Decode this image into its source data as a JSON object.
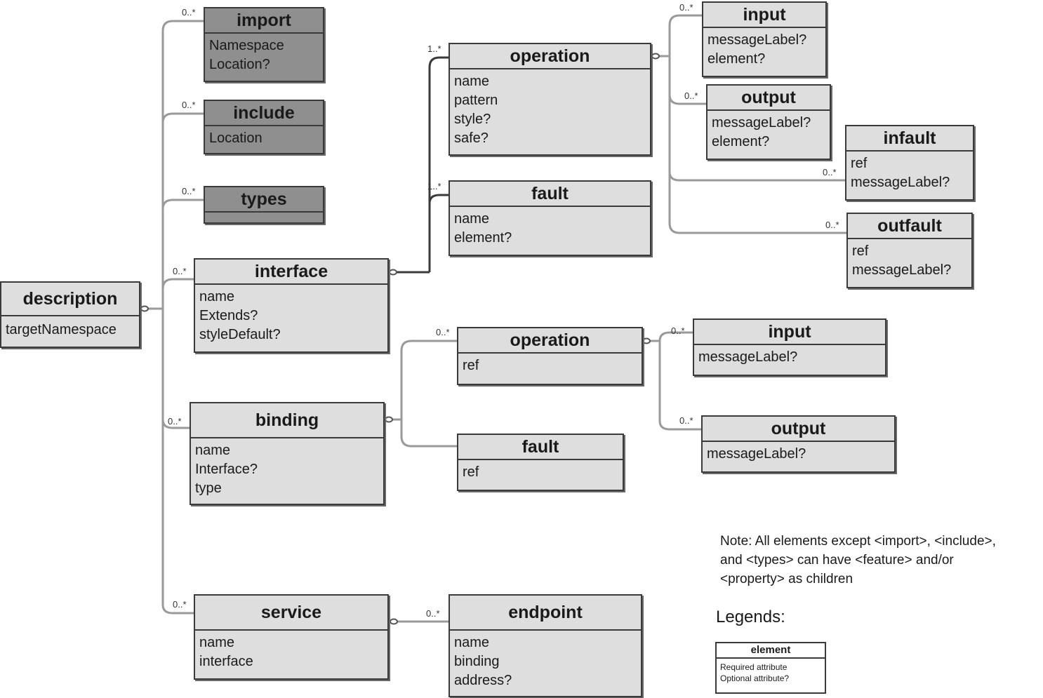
{
  "boxes": {
    "import": {
      "title": "import",
      "attrs": [
        "Namespace",
        "Location?"
      ]
    },
    "include": {
      "title": "include",
      "attrs": [
        "Location"
      ]
    },
    "types": {
      "title": "types",
      "attrs": []
    },
    "interface": {
      "title": "interface",
      "attrs": [
        "name",
        "Extends?",
        "styleDefault?"
      ]
    },
    "description": {
      "title": "description",
      "attrs": [
        "targetNamespace"
      ]
    },
    "binding": {
      "title": "binding",
      "attrs": [
        "name",
        "Interface?",
        "type"
      ]
    },
    "service": {
      "title": "service",
      "attrs": [
        "name",
        "interface"
      ]
    },
    "if_operation": {
      "title": "operation",
      "attrs": [
        "name",
        "pattern",
        "style?",
        "safe?"
      ]
    },
    "if_fault": {
      "title": "fault",
      "attrs": [
        "name",
        "element?"
      ]
    },
    "if_input": {
      "title": "input",
      "attrs": [
        "messageLabel?",
        "element?"
      ]
    },
    "if_output": {
      "title": "output",
      "attrs": [
        "messageLabel?",
        "element?"
      ]
    },
    "infault": {
      "title": "infault",
      "attrs": [
        "ref",
        "messageLabel?"
      ]
    },
    "outfault": {
      "title": "outfault",
      "attrs": [
        "ref",
        "messageLabel?"
      ]
    },
    "b_operation": {
      "title": "operation",
      "attrs": [
        "ref"
      ]
    },
    "b_fault": {
      "title": "fault",
      "attrs": [
        "ref"
      ]
    },
    "b_input": {
      "title": "input",
      "attrs": [
        "messageLabel?"
      ]
    },
    "b_output": {
      "title": "output",
      "attrs": [
        "messageLabel?"
      ]
    },
    "endpoint": {
      "title": "endpoint",
      "attrs": [
        "name",
        "binding",
        "address?"
      ]
    }
  },
  "multiplicities": {
    "import": "0..*",
    "include": "0..*",
    "types": "0..*",
    "interface": "0..*",
    "binding": "0..*",
    "service": "0..*",
    "if_operation": "1..*",
    "if_fault": "1..*",
    "if_input": "0..*",
    "if_output": "0..*",
    "infault": "0..*",
    "outfault": "0..*",
    "b_operation": "0..*",
    "b_input": "0..*",
    "b_output": "0..*",
    "endpoint": "0..*"
  },
  "note": {
    "line1": "Note: All elements except <import>, <include>,",
    "line2": "and <types> can have <feature> and/or",
    "line3": "<property> as children"
  },
  "legend": {
    "title": "Legends:",
    "element": "element",
    "required": "Required attribute",
    "optional": "Optional attribute?"
  }
}
